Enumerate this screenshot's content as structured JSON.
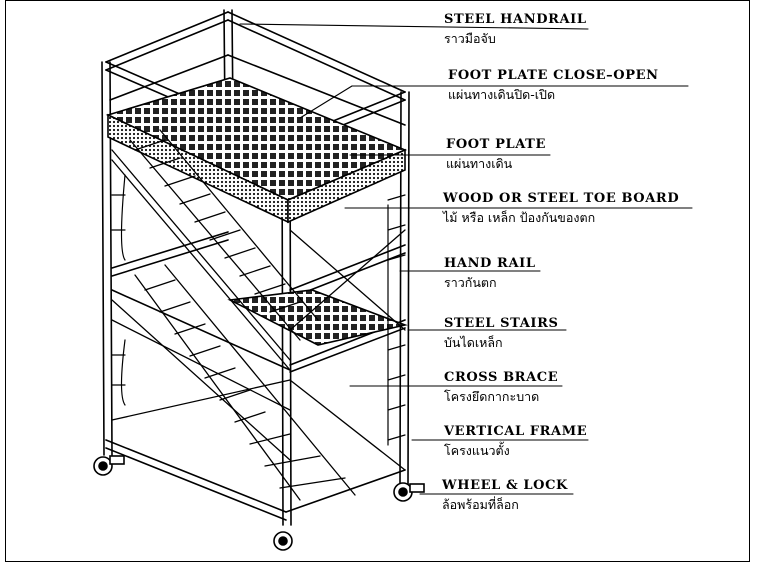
{
  "labels": [
    {
      "en": "STEEL  HANDRAIL",
      "th": "ราวมือจับ"
    },
    {
      "en": "FOOT  PLATE  CLOSE–OPEN",
      "th": "แผ่นทางเดินปิด-เปิด"
    },
    {
      "en": "FOOT  PLATE",
      "th": "แผ่นทางเดิน"
    },
    {
      "en": "WOOD  OR  STEEL  TOE  BOARD",
      "th": "ไม้ หรือ เหล็ก ป้องกันของตก"
    },
    {
      "en": "HAND  RAIL",
      "th": "ราวกันตก"
    },
    {
      "en": "STEEL  STAIRS",
      "th": "บันไดเหล็ก"
    },
    {
      "en": "CROSS  BRACE",
      "th": "โครงยึดกากะบาด"
    },
    {
      "en": "VERTICAL  FRAME",
      "th": "โครงแนวตั้ง"
    },
    {
      "en": "WHEEL  &  LOCK",
      "th": "ล้อพร้อมที่ล็อก"
    }
  ]
}
